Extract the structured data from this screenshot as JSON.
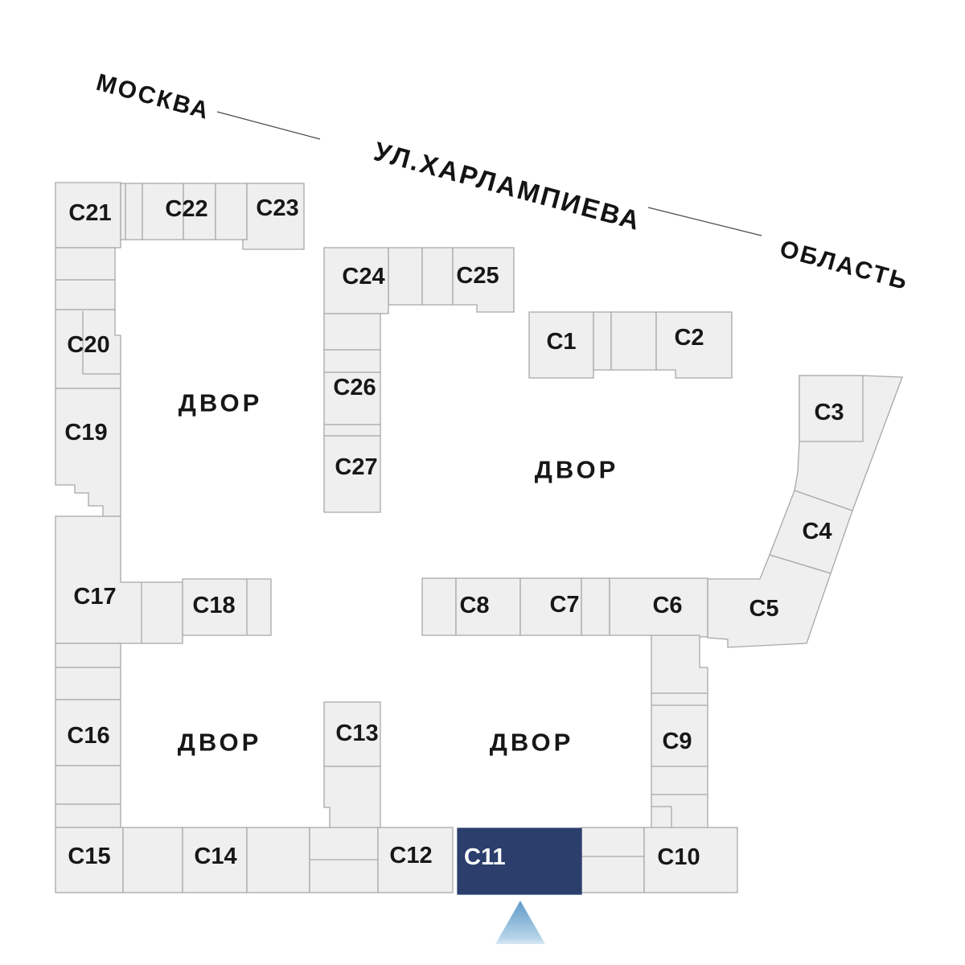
{
  "street": {
    "city_label": "МОСКВА",
    "street_name": "УЛ.ХАРЛАМПИЕВА",
    "region_label": "ОБЛАСТЬ"
  },
  "courtyard_label": "ДВОР",
  "selected_building": "С11",
  "buildings": {
    "c1": {
      "label": "С1"
    },
    "c2": {
      "label": "С2"
    },
    "c3": {
      "label": "С3"
    },
    "c4": {
      "label": "С4"
    },
    "c5": {
      "label": "С5"
    },
    "c6": {
      "label": "С6"
    },
    "c7": {
      "label": "С7"
    },
    "c8": {
      "label": "С8"
    },
    "c9": {
      "label": "С9"
    },
    "c10": {
      "label": "С10"
    },
    "c11": {
      "label": "С11"
    },
    "c12": {
      "label": "С12"
    },
    "c13": {
      "label": "С13"
    },
    "c14": {
      "label": "С14"
    },
    "c15": {
      "label": "С15"
    },
    "c16": {
      "label": "С16"
    },
    "c17": {
      "label": "С17"
    },
    "c18": {
      "label": "С18"
    },
    "c19": {
      "label": "С19"
    },
    "c20": {
      "label": "С20"
    },
    "c21": {
      "label": "С21"
    },
    "c22": {
      "label": "С22"
    },
    "c23": {
      "label": "С23"
    },
    "c24": {
      "label": "С24"
    },
    "c25": {
      "label": "С25"
    },
    "c26": {
      "label": "С26"
    },
    "c27": {
      "label": "С27"
    }
  },
  "colors": {
    "building_fill": "#efefef",
    "building_stroke": "#a8a8a8",
    "label_color": "#171717",
    "selected_fill": "#2b3e6c",
    "selected_text": "#ffffff",
    "marker_top": "#5b97c6",
    "marker_bottom": "#eaf4fa",
    "street_line": "#4a4a4a"
  }
}
